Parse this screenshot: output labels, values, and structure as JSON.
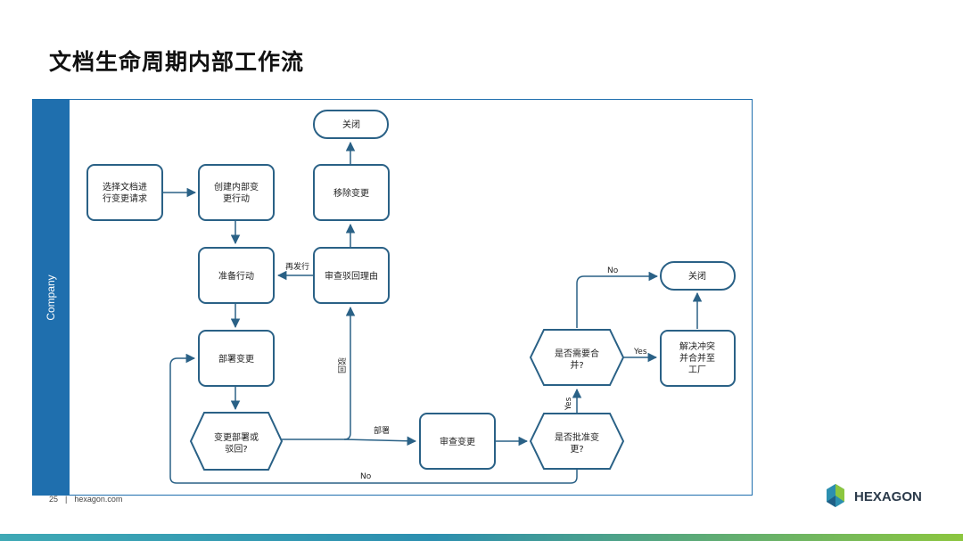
{
  "title": "文档生命周期内部工作流",
  "lane": "Company",
  "nodes": {
    "n_select": [
      "选择文档进",
      "行变更请求"
    ],
    "n_create": [
      "创建内部变",
      "更行动"
    ],
    "n_prepare": [
      "准备行动"
    ],
    "n_deploy": [
      "部署变更"
    ],
    "n_decide": [
      "变更部署或",
      "驳回?"
    ],
    "n_review_reject": [
      "审查驳回理由"
    ],
    "n_remove": [
      "移除变更"
    ],
    "n_close1": [
      "关闭"
    ],
    "n_review_change": [
      "审查变更"
    ],
    "n_approve": [
      "是否批准变",
      "更?"
    ],
    "n_need_merge": [
      "是否需要合",
      "并?"
    ],
    "n_resolve": [
      "解决冲突",
      "并合并至",
      "工厂"
    ],
    "n_close2": [
      "关闭"
    ]
  },
  "edge_labels": {
    "reissue": "再发行",
    "reject": "驳回",
    "deploy": "部署",
    "no_bottom": "No",
    "yes_approve": "Yes",
    "yes_merge": "Yes",
    "no_top": "No"
  },
  "footer": {
    "page": "25",
    "separator": "|",
    "site": "hexagon.com"
  },
  "logo": {
    "text": "HEXAGON"
  },
  "colors": {
    "accent": "#1f6fae",
    "node_stroke": "#2a6186",
    "arrow": "#2a6186"
  }
}
